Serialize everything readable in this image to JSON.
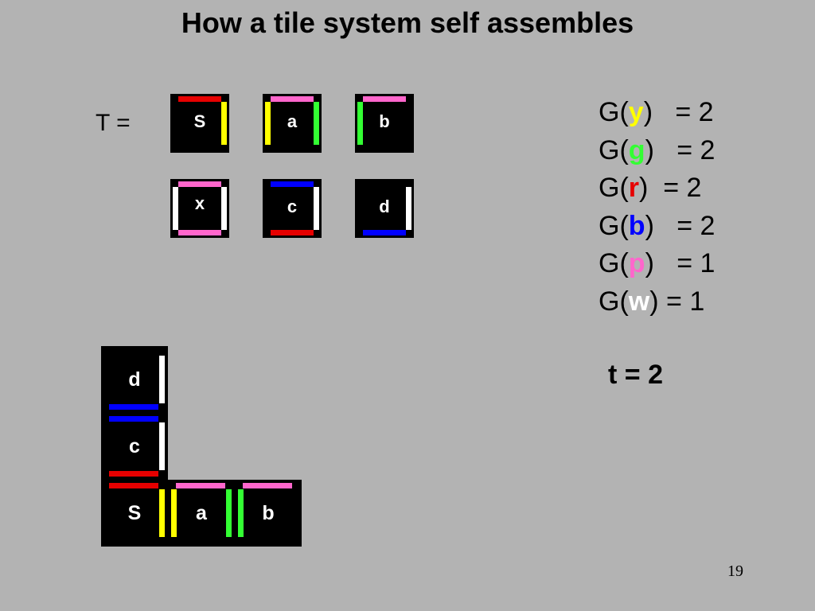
{
  "title": "How a tile system self assembles",
  "tileset_label": "T =",
  "colors": {
    "y": "#ffff00",
    "g": "#33ff33",
    "r": "#e60000",
    "b": "#0000ff",
    "p": "#ff66cc",
    "w": "#ffffff"
  },
  "tiles": [
    {
      "label": "S",
      "top": "r",
      "right": "y"
    },
    {
      "label": "a",
      "top": "p",
      "left": "y",
      "right": "g"
    },
    {
      "label": "b",
      "top": "p",
      "left": "g"
    },
    {
      "label": "x",
      "top": "p",
      "bottom": "p",
      "left": "w",
      "right": "w"
    },
    {
      "label": "c",
      "top": "b",
      "bottom": "r",
      "right": "w"
    },
    {
      "label": "d",
      "bottom": "b",
      "right": "w"
    }
  ],
  "assembly": [
    {
      "label": "d",
      "bottom": "b",
      "right": "w"
    },
    {
      "label": "c",
      "top": "b",
      "bottom": "r",
      "right": "w"
    },
    {
      "label": "S",
      "top": "r",
      "right": "y"
    },
    {
      "label": "a",
      "top": "p",
      "left": "y",
      "right": "g"
    },
    {
      "label": "b",
      "top": "p",
      "left": "g"
    }
  ],
  "glue_strengths": [
    {
      "glue": "y",
      "value": "= 2"
    },
    {
      "glue": "g",
      "value": "= 2"
    },
    {
      "glue": "r",
      "value": "= 2"
    },
    {
      "glue": "b",
      "value": "= 2"
    },
    {
      "glue": "p",
      "value": "= 1"
    },
    {
      "glue": "w",
      "value": "= 1"
    }
  ],
  "temperature": "t = 2",
  "page_number": "19"
}
